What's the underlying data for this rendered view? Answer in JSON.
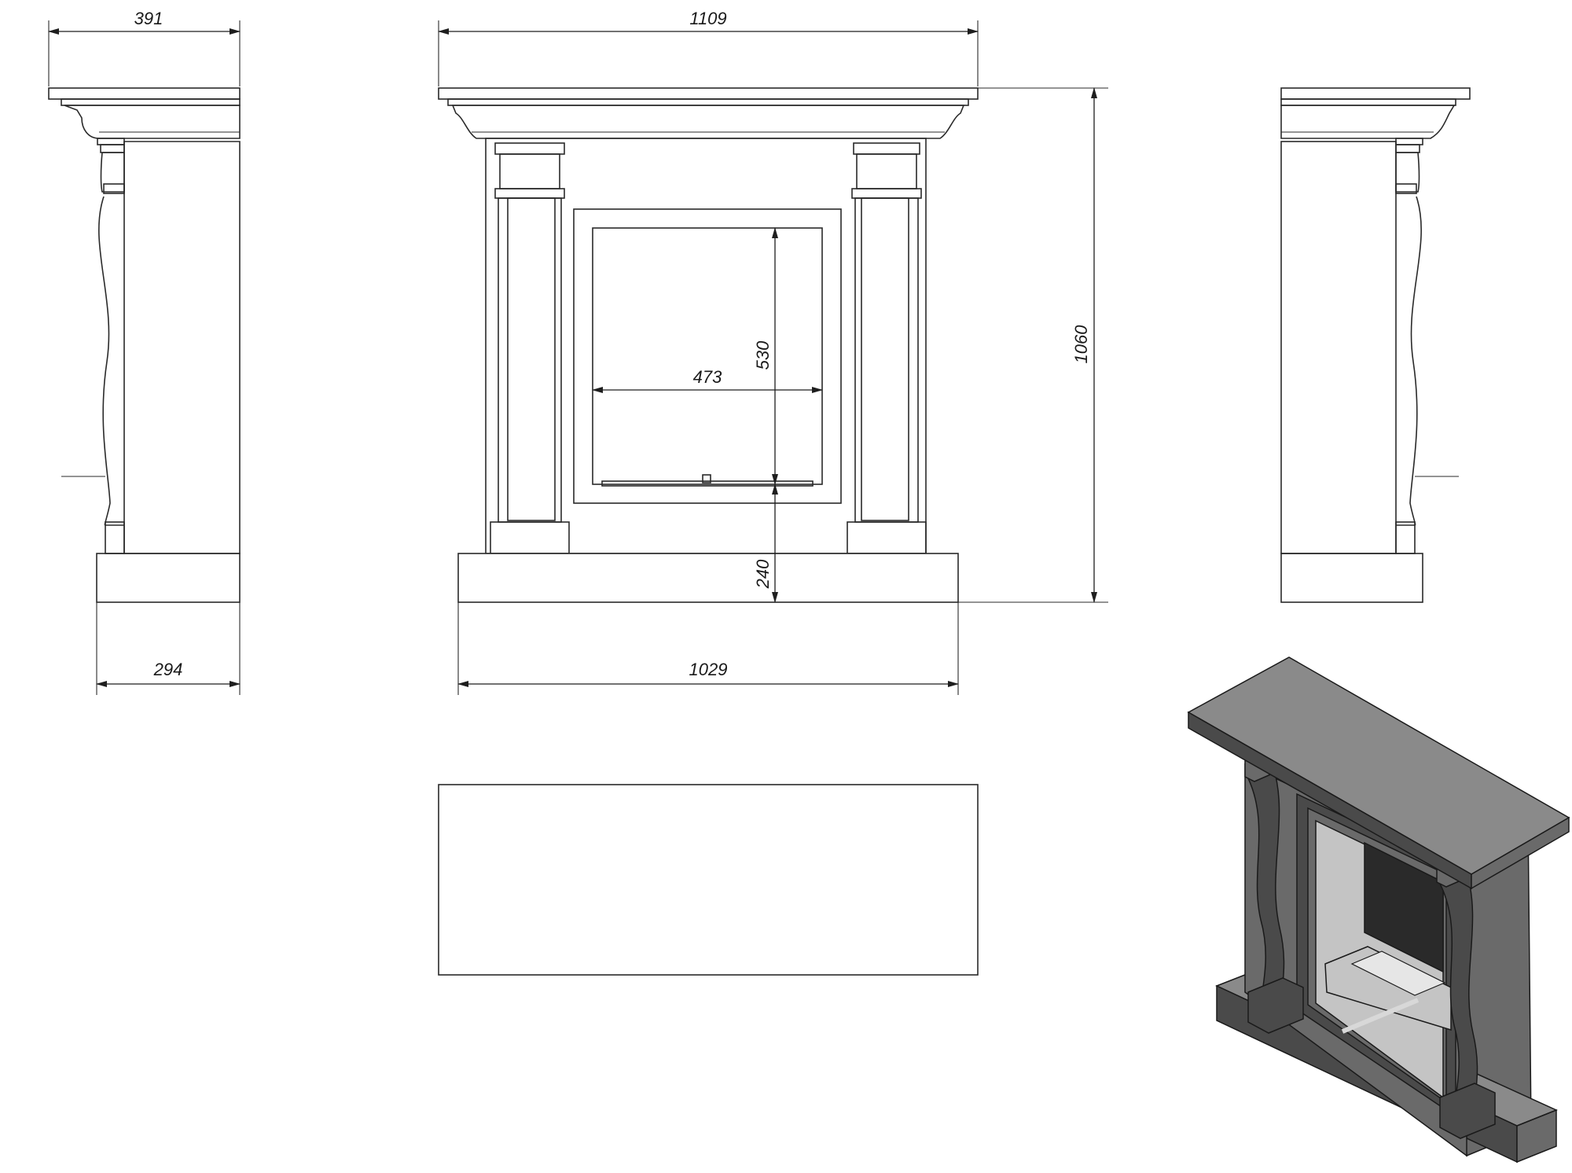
{
  "dimensions": {
    "side_depth_top": "391",
    "front_width_top": "1109",
    "overall_height": "1060",
    "firebox_height": "530",
    "firebox_width": "473",
    "hearth_height": "240",
    "base_depth": "294",
    "base_width": "1029"
  },
  "colors": {
    "line": "#2a2a2a",
    "iso_top": "#8a8a8a",
    "iso_side": "#6a6a6a",
    "iso_dark": "#4a4a4a"
  }
}
